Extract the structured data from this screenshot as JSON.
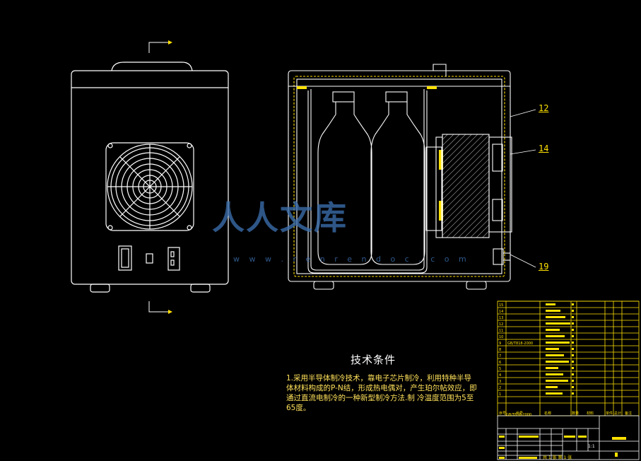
{
  "watermark": {
    "brand": "人人文库",
    "url": "w w w . r e n r e n d o c . c o m"
  },
  "callouts": {
    "c12": "12",
    "c14": "14",
    "c19": "19"
  },
  "tech_spec": {
    "title": "技术条件",
    "body": "1.采用半导体制冷技术，靠电子芯片制冷，利用特种半导体材料构成的P-N结，形成热电偶对，产生珀尔帖效应，即通过直流电制冷的一种新型制冷方法.制 冷温度范围为5至65度。"
  },
  "bom": {
    "rows": [
      "15",
      "14",
      "13",
      "12",
      "11",
      "10",
      "9",
      "8",
      "7",
      "6",
      "5",
      "4",
      "3",
      "2",
      "1"
    ],
    "std_a": "GB/T818-2000",
    "std_b": "GB/T818-2000",
    "head": [
      "序号",
      "代号",
      "名称",
      "数量",
      "材料",
      "单件",
      "总计",
      "备注"
    ]
  },
  "title_block": {
    "scale": "1:1",
    "sheet": "共 1 张 第 1 张"
  },
  "colors": {
    "line": "#ffffff",
    "accent": "#ffe100",
    "watermark": "#3c6fae"
  }
}
